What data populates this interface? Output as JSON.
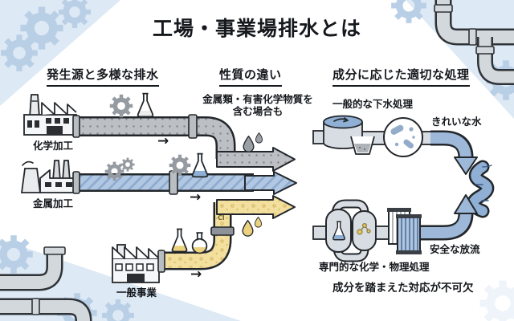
{
  "title": "工場・事業場排水とは",
  "columns": {
    "sources": {
      "heading": "発生源と多様な排水"
    },
    "properties": {
      "heading": "性質の違い"
    },
    "treatment": {
      "heading": "成分に応じた適切な処理"
    }
  },
  "sources": {
    "chemical": {
      "label": "化学加工",
      "arrow": "→"
    },
    "metal": {
      "label": "金属加工",
      "arrow": "→"
    },
    "general": {
      "label": "一般事業",
      "arrow": "→"
    }
  },
  "properties": {
    "note_line1": "金属類・有害化学物質を",
    "note_line2": "含む場合も",
    "chlorine": "Cl"
  },
  "treatment": {
    "sewage": "一般的な下水処理",
    "clean_water": "きれいな水",
    "discharge": "安全な放流",
    "special": "専門的な化学・物理処理",
    "footnote": "成分を踏まえた対応が不可欠"
  },
  "colors": {
    "pipe_gray": "#b9bdc1",
    "pipe_blue": "#aec4e0",
    "pipe_yellow": "#f3df9e",
    "clean_water_blue": "#9db8d8",
    "corner_background": "#dde9f4",
    "decor_gear_blue": "#b9cfe6",
    "outline": "#23272b",
    "text": "#15181c"
  }
}
